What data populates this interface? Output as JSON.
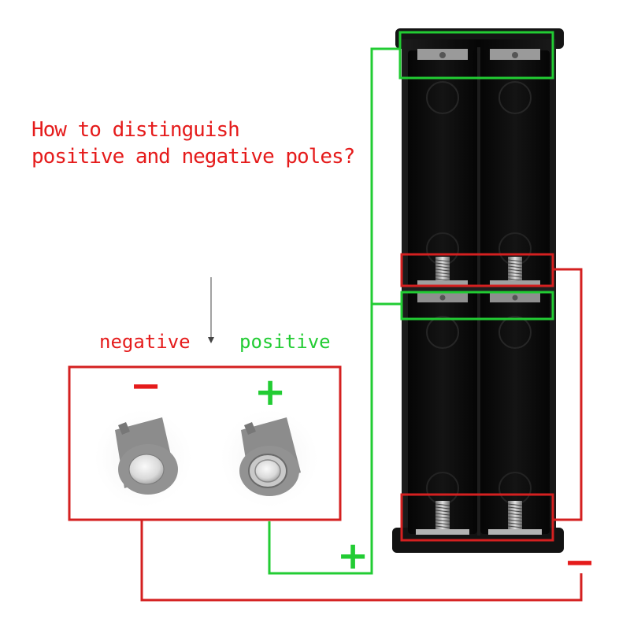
{
  "title": {
    "line1": "How to distinguish",
    "line2": "positive and negative poles?"
  },
  "labels": {
    "negative": "negative",
    "positive": "positive"
  },
  "signs": {
    "minus": "−",
    "plus": "+"
  },
  "colors": {
    "red": "#e51b1b",
    "green": "#22cc33",
    "holder_black": "#0b0b0b",
    "battery_gray": "#8e8e8e"
  },
  "icons": {
    "holder": "battery-holder-icon",
    "spring": "spring-contact-icon",
    "battery": "cylindrical-battery-icon"
  }
}
